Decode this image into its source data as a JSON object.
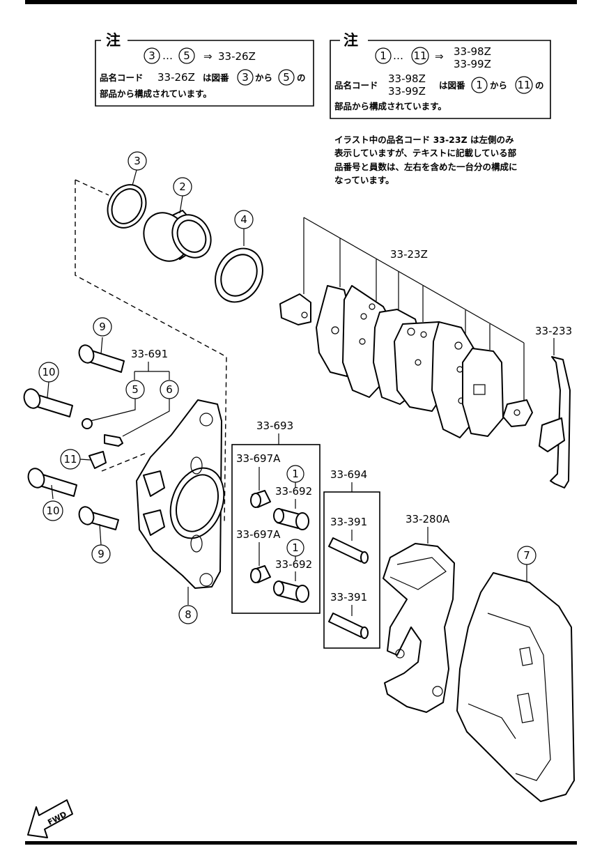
{
  "notes": {
    "left": {
      "heading": "注",
      "line1_from": "3",
      "line1_sep": "…",
      "line1_to": "5",
      "line1_arrow": "⇒",
      "line1_code": "33-26Z",
      "line2_prefix": "品名コード",
      "line2_code": "33-26Z",
      "line2_mid": "は図番",
      "line2_from": "3",
      "line2_kara": "から",
      "line2_to": "5",
      "line2_no": "の",
      "line3": "部品から構成されています。"
    },
    "right": {
      "heading": "注",
      "line1_from": "1",
      "line1_sep": "…",
      "line1_to": "11",
      "line1_arrow": "⇒",
      "line1_code_a": "33-98Z",
      "line1_code_b": "33-99Z",
      "line2_prefix": "品名コード",
      "line2_code_a": "33-98Z",
      "line2_code_b": "33-99Z",
      "line2_mid": "は図番",
      "line2_from": "1",
      "line2_kara": "から",
      "line2_to": "11",
      "line2_no": "の",
      "line3": "部品から構成されています。"
    },
    "illustration_note": [
      "イラスト中の品名コード  33-23Z  は左側のみ",
      "表示していますが、テキストに記載している部",
      "品番号と員数は、左右を含めた一台分の構成に",
      "なっています。"
    ]
  },
  "callouts": {
    "c3": "3",
    "c2": "2",
    "c4": "4",
    "c9a": "9",
    "c10a": "10",
    "c5": "5",
    "c6": "6",
    "c11": "11",
    "c10b": "10",
    "c9b": "9",
    "c8": "8",
    "c1a": "1",
    "c1b": "1",
    "c7": "7"
  },
  "part_codes": {
    "pads": "33-23Z",
    "spring": "33-233",
    "bolt_kit": "33-691",
    "seal_kit": "33-693",
    "boot_a": "33-697A",
    "bushing_a": "33-692",
    "boot_b": "33-697A",
    "bushing_b": "33-692",
    "pin_kit": "33-694",
    "pin_a": "33-391",
    "pin_b": "33-391",
    "bracket": "33-280A"
  },
  "fwd_label": "FWD"
}
